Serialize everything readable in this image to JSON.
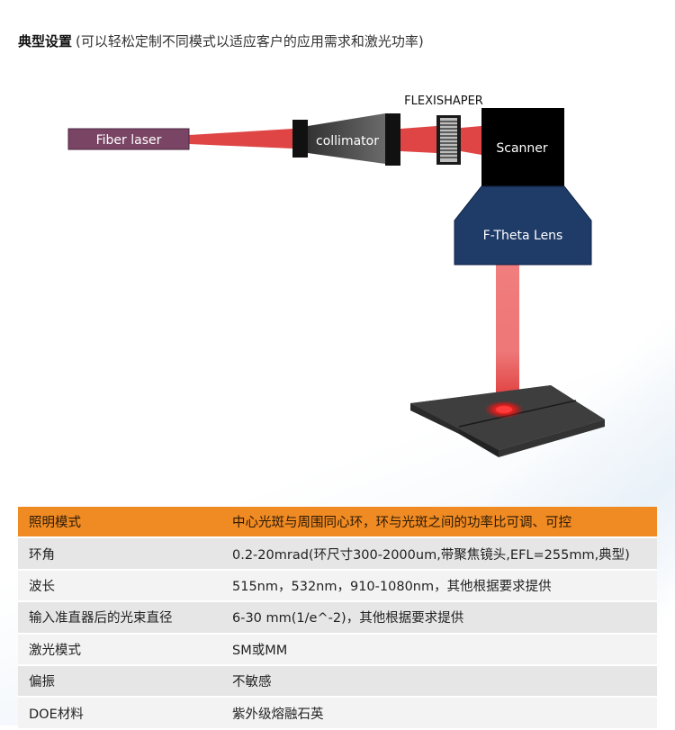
{
  "heading": {
    "title": "典型设置",
    "subtitle": "(可以轻松定制不同模式以适应客户的应用需求和激光功率)"
  },
  "diagram": {
    "fiber_laser": "Fiber laser",
    "collimator": "collimator",
    "flexishaper": "FLEXISHAPER",
    "scanner": "Scanner",
    "ftheta": "F-Theta Lens",
    "colors": {
      "fiber": "#7a4565",
      "beam": "#d92525",
      "lens": "#1f3b68",
      "optics": "#1a1a1a"
    }
  },
  "specs": {
    "rows": [
      {
        "label": "照明模式",
        "value": "中心光斑与周围同心环，环与光斑之间的功率比可调、可控"
      },
      {
        "label": "环角",
        "value": "0.2-20mrad(环尺寸300-2000um,带聚焦镜头,EFL=255mm,典型)"
      },
      {
        "label": "波长",
        "value": "515nm，532nm，910-1080nm，其他根据要求提供"
      },
      {
        "label": "输入准直器后的光束直径",
        "value": "6-30 mm(1/e^-2)，其他根据要求提供"
      },
      {
        "label": "激光模式",
        "value": "SM或MM"
      },
      {
        "label": "偏振",
        "value": "不敏感"
      },
      {
        "label": "DOE材料",
        "value": "紫外级熔融石英"
      }
    ],
    "header_color": "#f08a22"
  }
}
